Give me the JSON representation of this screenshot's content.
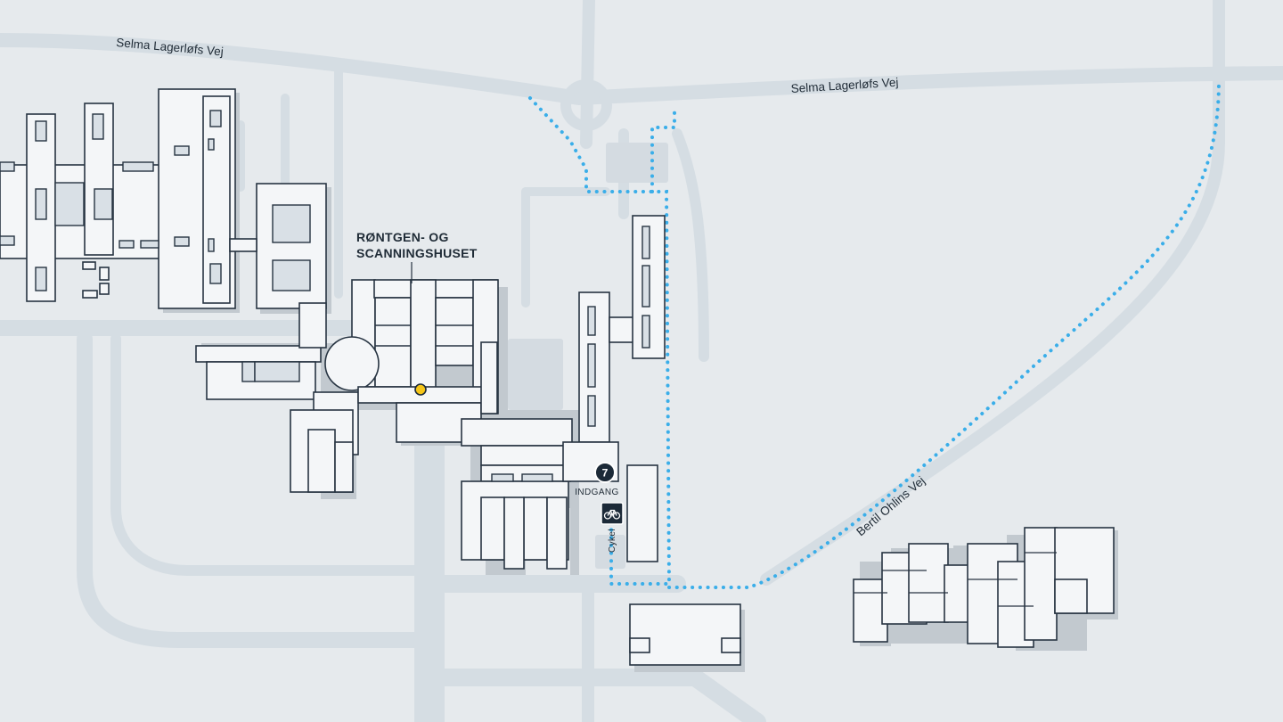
{
  "streets": {
    "north_west": "Selma Lagerløfs Vej",
    "north_east": "Selma Lagerløfs Vej",
    "east": "Bertil Ohlins Vej"
  },
  "destination": {
    "label_line1": "RØNTGEN- OG",
    "label_line2": "SCANNINGSHUSET"
  },
  "entrance": {
    "number": "7",
    "label": "INDGANG"
  },
  "bike_parking": {
    "label": "Cykel"
  },
  "colors": {
    "background": "#e6eaed",
    "road": "#d5dde3",
    "building_fill": "#f4f6f8",
    "building_outline": "#273442",
    "route": "#3aaee9",
    "destination_marker": "#f5c518",
    "entrance_marker": "#1c2a38"
  }
}
